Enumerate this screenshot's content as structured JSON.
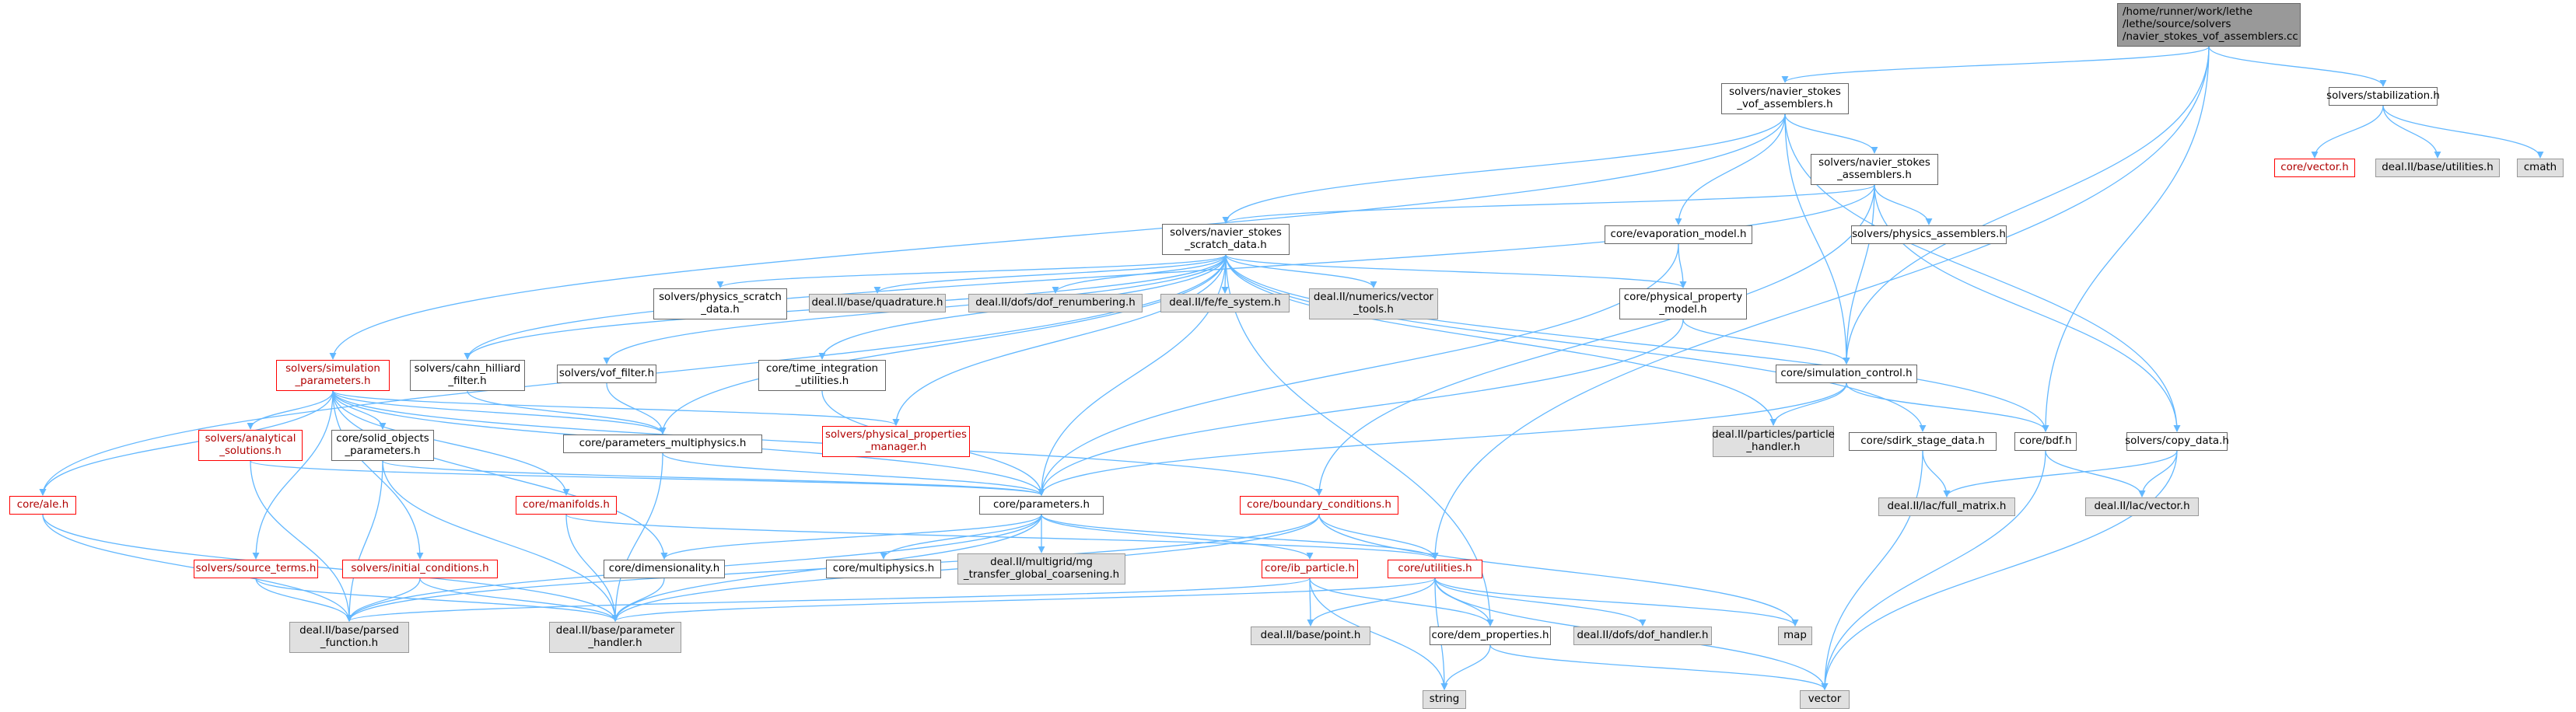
{
  "graph": {
    "edge_color": "#63b8ff",
    "nodes": {
      "root": {
        "lines": [
          "/home/runner/work/lethe",
          "/lethe/source/solvers",
          "/navier_stokes_vof_assemblers.cc"
        ],
        "style": "root"
      },
      "nsvof": {
        "lines": [
          "solvers/navier_stokes",
          "_vof_assemblers.h"
        ],
        "style": "plain"
      },
      "stab": {
        "lines": [
          "solvers/stabilization.h"
        ],
        "style": "plain"
      },
      "cvec": {
        "lines": [
          "core/vector.h"
        ],
        "style": "red"
      },
      "dbutil": {
        "lines": [
          "deal.II/base/utilities.h"
        ],
        "style": "sys"
      },
      "cmath": {
        "lines": [
          "cmath"
        ],
        "style": "sys"
      },
      "nsass": {
        "lines": [
          "solvers/navier_stokes",
          "_assemblers.h"
        ],
        "style": "plain"
      },
      "nsscratch": {
        "lines": [
          "solvers/navier_stokes",
          "_scratch_data.h"
        ],
        "style": "plain"
      },
      "evap": {
        "lines": [
          "core/evaporation_model.h"
        ],
        "style": "plain"
      },
      "physass": {
        "lines": [
          "solvers/physics_assemblers.h"
        ],
        "style": "plain"
      },
      "physscratch": {
        "lines": [
          "solvers/physics_scratch",
          "_data.h"
        ],
        "style": "plain"
      },
      "quad": {
        "lines": [
          "deal.II/base/quadrature.h"
        ],
        "style": "sys"
      },
      "dofren": {
        "lines": [
          "deal.II/dofs/dof_renumbering.h"
        ],
        "style": "sys"
      },
      "fesys": {
        "lines": [
          "deal.II/fe/fe_system.h"
        ],
        "style": "sys"
      },
      "numvec": {
        "lines": [
          "deal.II/numerics/vector",
          "_tools.h"
        ],
        "style": "sys"
      },
      "physprop": {
        "lines": [
          "core/physical_property",
          "_model.h"
        ],
        "style": "plain"
      },
      "simparams": {
        "lines": [
          "solvers/simulation",
          "_parameters.h"
        ],
        "style": "red"
      },
      "cahn": {
        "lines": [
          "solvers/cahn_hilliard",
          "_filter.h"
        ],
        "style": "plain"
      },
      "voff": {
        "lines": [
          "solvers/vof_filter.h"
        ],
        "style": "plain"
      },
      "timeint": {
        "lines": [
          "core/time_integration",
          "_utilities.h"
        ],
        "style": "plain"
      },
      "simctrl": {
        "lines": [
          "core/simulation_control.h"
        ],
        "style": "plain"
      },
      "pphandler": {
        "lines": [
          "deal.II/particles/particle",
          "_handler.h"
        ],
        "style": "sys"
      },
      "analytic": {
        "lines": [
          "solvers/analytical",
          "_solutions.h"
        ],
        "style": "red"
      },
      "solidobj": {
        "lines": [
          "core/solid_objects",
          "_parameters.h"
        ],
        "style": "plain"
      },
      "paramsmulti": {
        "lines": [
          "core/parameters_multiphysics.h"
        ],
        "style": "plain"
      },
      "ppmanager": {
        "lines": [
          "solvers/physical_properties",
          "_manager.h"
        ],
        "style": "red"
      },
      "sdirk": {
        "lines": [
          "core/sdirk_stage_data.h"
        ],
        "style": "plain"
      },
      "bdf": {
        "lines": [
          "core/bdf.h"
        ],
        "style": "plain"
      },
      "copydata": {
        "lines": [
          "solvers/copy_data.h"
        ],
        "style": "plain"
      },
      "fullmat": {
        "lines": [
          "deal.II/lac/full_matrix.h"
        ],
        "style": "sys"
      },
      "lacvec": {
        "lines": [
          "deal.II/lac/vector.h"
        ],
        "style": "sys"
      },
      "ale": {
        "lines": [
          "core/ale.h"
        ],
        "style": "red"
      },
      "manifolds": {
        "lines": [
          "core/manifolds.h"
        ],
        "style": "red"
      },
      "params": {
        "lines": [
          "core/parameters.h"
        ],
        "style": "plain"
      },
      "bc": {
        "lines": [
          "core/boundary_conditions.h"
        ],
        "style": "red"
      },
      "srcterms": {
        "lines": [
          "solvers/source_terms.h"
        ],
        "style": "red"
      },
      "initcond": {
        "lines": [
          "solvers/initial_conditions.h"
        ],
        "style": "red"
      },
      "dimless": {
        "lines": [
          "core/dimensionality.h"
        ],
        "style": "plain"
      },
      "multiph": {
        "lines": [
          "core/multiphysics.h"
        ],
        "style": "plain"
      },
      "mgtransfer": {
        "lines": [
          "deal.II/multigrid/mg",
          "_transfer_global_coarsening.h"
        ],
        "style": "sys"
      },
      "ibparticle": {
        "lines": [
          "core/ib_particle.h"
        ],
        "style": "red"
      },
      "utilities": {
        "lines": [
          "core/utilities.h"
        ],
        "style": "red"
      },
      "parsedfn": {
        "lines": [
          "deal.II/base/parsed",
          "_function.h"
        ],
        "style": "sys"
      },
      "paramhandler": {
        "lines": [
          "deal.II/base/parameter",
          "_handler.h"
        ],
        "style": "sys"
      },
      "point": {
        "lines": [
          "deal.II/base/point.h"
        ],
        "style": "sys"
      },
      "demprops": {
        "lines": [
          "core/dem_properties.h"
        ],
        "style": "plain"
      },
      "dofhandler": {
        "lines": [
          "deal.II/dofs/dof_handler.h"
        ],
        "style": "sys"
      },
      "map": {
        "lines": [
          "map"
        ],
        "style": "sys"
      },
      "string": {
        "lines": [
          "string"
        ],
        "style": "sys"
      },
      "vector": {
        "lines": [
          "vector"
        ],
        "style": "sys"
      }
    }
  }
}
